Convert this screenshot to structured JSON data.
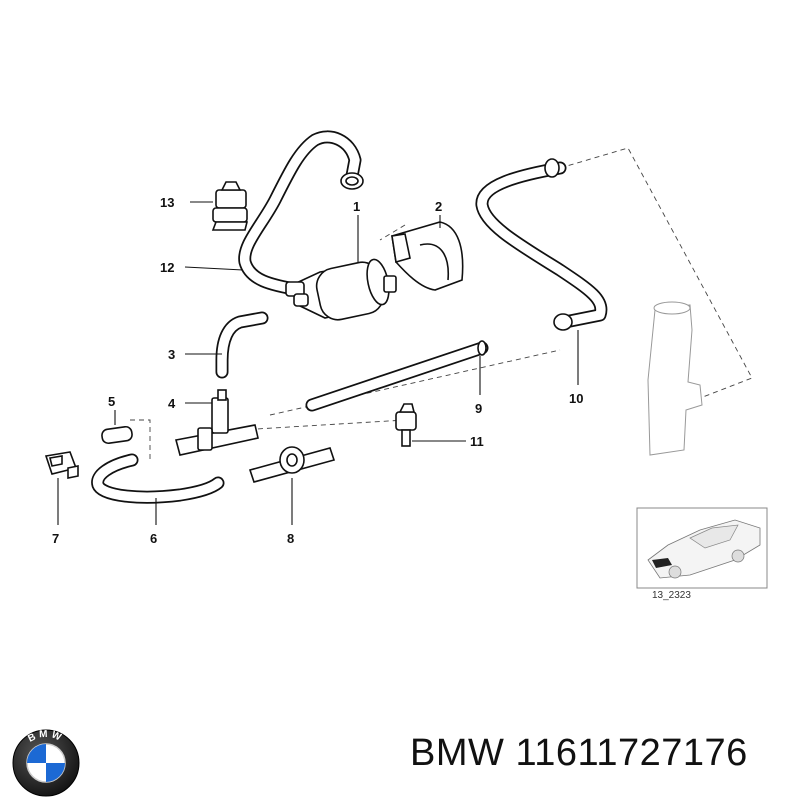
{
  "diagram": {
    "callouts": [
      "1",
      "2",
      "3",
      "4",
      "5",
      "6",
      "7",
      "8",
      "9",
      "10",
      "11",
      "12",
      "13"
    ],
    "reference_code": "13_2323"
  },
  "caption": {
    "brand": "BMW",
    "part_number": "11611727176"
  },
  "logo": {
    "name": "bmw-roundel",
    "lettering": "BMW",
    "colors": {
      "ring": "#1a1a1a",
      "blue": "#1c69d4",
      "white": "#ffffff"
    }
  }
}
